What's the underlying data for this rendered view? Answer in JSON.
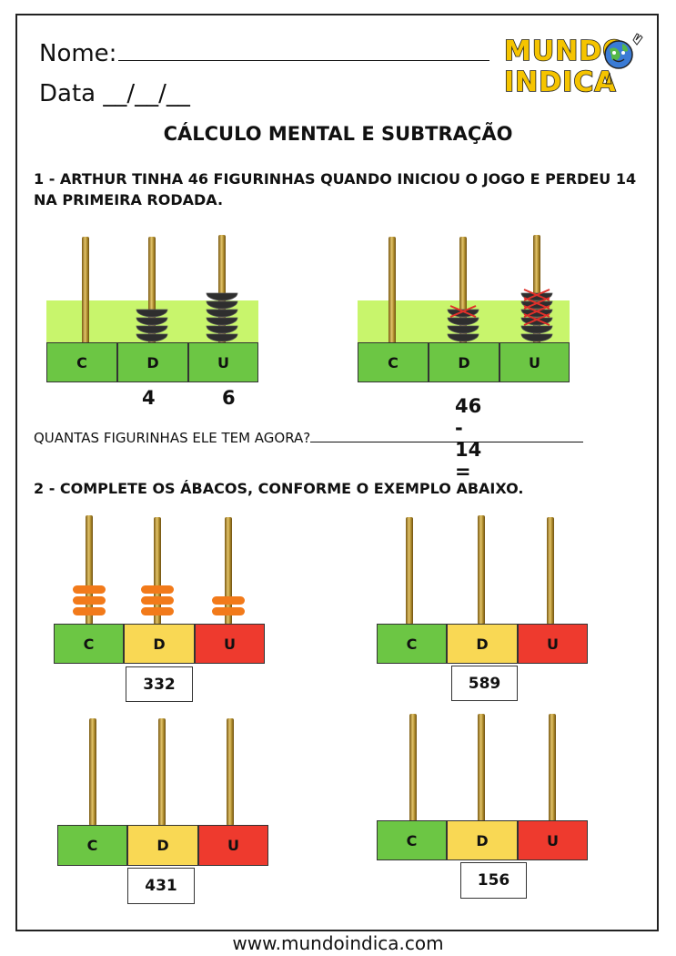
{
  "header": {
    "name_label": "Nome:",
    "date_label": "Data __/__/__"
  },
  "logo": {
    "line1": "MUNDO",
    "line2": "INDICA"
  },
  "title": "CÁLCULO MENTAL E SUBTRAÇÃO",
  "question1": {
    "text": "1 - ARTHUR TINHA 46 FIGURINHAS QUANDO INICIOU O JOGO E PERDEU 14 NA PRIMEIRA RODADA.",
    "abacus_a": {
      "labels": [
        "C",
        "D",
        "U"
      ],
      "digit_d": "4",
      "digit_u": "6",
      "beads": [
        0,
        4,
        6
      ]
    },
    "abacus_b": {
      "labels": [
        "C",
        "D",
        "U"
      ],
      "equation": "46 - 14 =",
      "beads": [
        0,
        4,
        6
      ],
      "crossed": [
        0,
        1,
        4
      ]
    },
    "ask": "QUANTAS FIGURINHAS ELE TEM AGORA?"
  },
  "question2": {
    "text": "2 - COMPLETE OS ÁBACOS, CONFORME O EXEMPLO ABAIXO.",
    "abaci": [
      {
        "labels": [
          "C",
          "D",
          "U"
        ],
        "number": "332",
        "beads": [
          3,
          3,
          2
        ]
      },
      {
        "labels": [
          "C",
          "D",
          "U"
        ],
        "number": "589"
      },
      {
        "labels": [
          "C",
          "D",
          "U"
        ],
        "number": "431"
      },
      {
        "labels": [
          "C",
          "D",
          "U"
        ],
        "number": "156"
      }
    ]
  },
  "colors": {
    "green": "#6cc644",
    "yellow": "#f9d854",
    "red": "#ee3a2e",
    "lime": "#c8f56c",
    "bead_dark": "#2e2e2e",
    "bead_orange": "#f27a1a",
    "cross": "#e0302a"
  },
  "footer": "www.mundoindica.com"
}
